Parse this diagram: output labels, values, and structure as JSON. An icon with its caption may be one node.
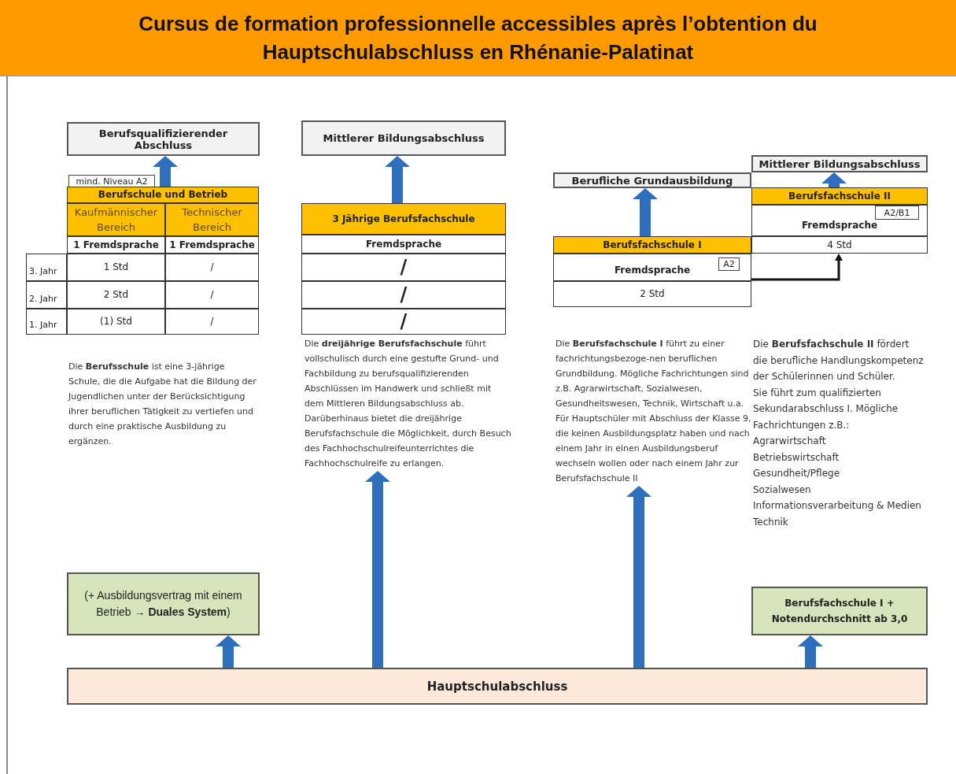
{
  "diagram": {
    "title": "Cursus de formation professionnelle accessibles après l’obtention du Hauptschulabschluss en Rhénanie-Palatinat",
    "nodes": [
      {
        "text": [
          "Berufsqualifizierender Abschluss"
        ]
      },
      {
        "text": [
          "Mittlerer Bildungsabschluss"
        ]
      },
      {
        "text": [
          "Mittlerer Bildungsabschluss"
        ]
      },
      {
        "text": [
          "Berufliche Grundausbildung"
        ]
      },
      {
        "text": [
          "mind. Niveau A2"
        ]
      },
      {
        "text": [
          "Berufschule und Betrieb",
          "Kaufmännischer Bereich",
          "Technischer Bereich",
          "1 Fremdsprache",
          "1 Fremdsprache",
          "3. Jahr",
          "1 Std",
          "/",
          "2. Jahr",
          "2 Std",
          "/",
          "1. Jahr",
          "(1) Std",
          "/"
        ],
        "beside": [
          "Die **Berufsschule** ist eine 3-jährige Schule, die die Aufgabe hat die Bildung der Jugendlichen unter der Berücksichtigung ihrer beruflichen Tätigkeit zu vertiefen und durch eine praktische Ausbildung zu ergänzen."
        ]
      },
      {
        "text": [
          "3 Jährige Berufsfachschule",
          "Fremdsprache",
          "/",
          "/",
          "/"
        ],
        "beside": [
          "Die **dreijährige Berufsfachschule** führt vollschulisch durch eine gestufte Grund- und Fachbildung zu berufsqualifizierenden Abschlüssen im Handwerk und schließt mit dem Mittleren Bildungsabschluss ab. Darüberhinaus bietet die dreijährige Berufsfachschule die Möglichkeit, durch Besuch des Fachhochschulreifeunterrichtes die Fachhochschulreife zu erlangen."
        ]
      },
      {
        "text": [
          "Berufsfachschule II",
          "Fremdsprache",
          "4 Std"
        ]
      },
      {
        "text": [
          "A2/B1"
        ],
        "in": 7
      },
      {
        "text": [
          "Berufsfachschule I",
          "Fremdsprache",
          "2 Std"
        ],
        "beside": [
          "Die **Berufsfachschule I** führt zu einer fachrichtungsbezoge-nen beruflichen Grundbildung. Mögliche Fachrichtungen sind z.B. Agrarwirtschaft, Sozialwesen, Gesundheitswesen, Technik, Wirtschaft u.a.",
          "Für Hauptschüler mit Abschluss der Klasse 9, die keinen Ausbildungsplatz haben und nach einem Jahr in einen Ausbildungsberuf wechseln wollen oder nach einem Jahr zur Berufsfachschule II"
        ]
      },
      {
        "text": [
          "A2"
        ],
        "in": 9
      },
      {
        "text": [
          "(+ Ausbildungsvertrag mit einem Betrieb **→ Duales System**)"
        ]
      },
      {
        "text": [
          "Berufsfachschule I + Notendurchschnitt ab 3,0"
        ]
      },
      {
        "text": [
          "Hauptschulabschluss"
        ]
      }
    ],
    "edges": [
      {
        "from": 5,
        "to": 0,
        "arrow": "to"
      },
      {
        "from": 6,
        "to": 1,
        "arrow": "to"
      },
      {
        "from": 7,
        "to": 2,
        "arrow": "to"
      },
      {
        "from": 9,
        "to": 3,
        "arrow": "to"
      },
      {
        "from": 9,
        "to": 7,
        "arrow": "to",
        "color": "#111111"
      },
      {
        "from": 13,
        "to": 11,
        "arrow": "to"
      },
      {
        "from": 13,
        "to": 6,
        "arrow": "to"
      },
      {
        "from": 13,
        "to": 9,
        "arrow": "to"
      },
      {
        "from": 13,
        "to": 12,
        "arrow": "to"
      }
    ],
    "labels": [
      "Die **Berufsfachschule II** fördert die berufliche Handlungskompetenz der Schülerinnen und Schüler.",
      "Sie führt zum qualifizierten Sekundarabschluss I. Mögliche Fachrichtungen z.B.:",
      "Agrarwirtschaft",
      "Betriebswirtschaft",
      "Gesundheit/Pflege",
      "Sozialwesen",
      "Informationsverarbeitung & Medien",
      "Technik"
    ]
  }
}
